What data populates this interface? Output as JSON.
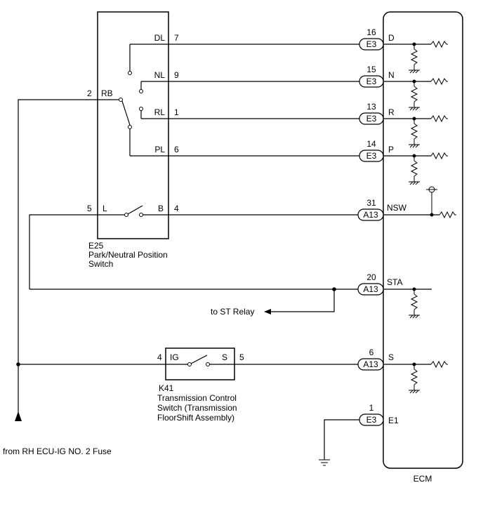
{
  "components": {
    "pnp_switch": {
      "code": "E25",
      "name_line1": "Park/Neutral Position",
      "name_line2": "Switch"
    },
    "tc_switch": {
      "code": "K41",
      "name_line1": "Transmission Control",
      "name_line2": "Switch (Transmission",
      "name_line3": "FloorShift Assembly)"
    },
    "ecm": {
      "name": "ECM"
    }
  },
  "pnp_pins": {
    "dl": {
      "label": "DL",
      "num": "7"
    },
    "nl": {
      "label": "NL",
      "num": "9"
    },
    "rl": {
      "label": "RL",
      "num": "1"
    },
    "pl": {
      "label": "PL",
      "num": "6"
    },
    "rb": {
      "label": "RB",
      "num": "2"
    },
    "l": {
      "label": "L",
      "num": "5"
    },
    "b": {
      "label": "B",
      "num": "4"
    }
  },
  "tc_pins": {
    "ig": {
      "label": "IG",
      "num": "4"
    },
    "s": {
      "label": "S",
      "num": "5"
    }
  },
  "ecm_pins": {
    "d": {
      "num": "16",
      "connector": "E3",
      "label": "D"
    },
    "n": {
      "num": "15",
      "connector": "E3",
      "label": "N"
    },
    "r": {
      "num": "13",
      "connector": "E3",
      "label": "R"
    },
    "p": {
      "num": "14",
      "connector": "E3",
      "label": "P"
    },
    "nsw": {
      "num": "31",
      "connector": "A13",
      "label": "NSW"
    },
    "sta": {
      "num": "20",
      "connector": "A13",
      "label": "STA"
    },
    "s": {
      "num": "6",
      "connector": "A13",
      "label": "S"
    },
    "e1": {
      "num": "1",
      "connector": "E3",
      "label": "E1"
    }
  },
  "annotations": {
    "st_relay": "to ST Relay",
    "fuse_source": "from RH ECU-IG NO. 2 Fuse"
  }
}
